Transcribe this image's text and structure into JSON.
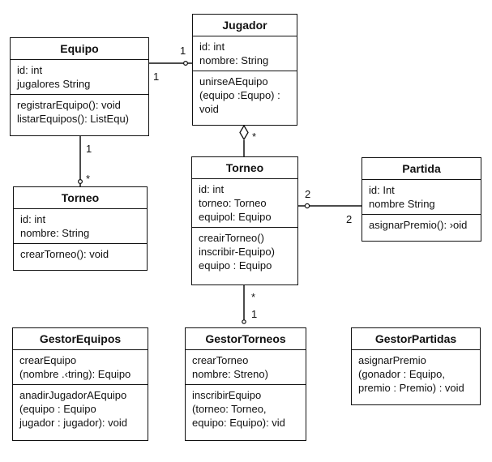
{
  "classes": {
    "equipo": {
      "name": "Equipo",
      "attributes": [
        "id: int",
        "jugalores String"
      ],
      "methods": [
        "registrarEquipo(): void",
        "listarEquipos(): ListEqu)"
      ]
    },
    "jugador": {
      "name": "Jugador",
      "attributes": [
        "id: int",
        "nombre: String"
      ],
      "methods": [
        "unirseAEquipo",
        "(equipo :Equpo) :",
        "void"
      ]
    },
    "torneo_left": {
      "name": "Torneo",
      "attributes": [
        "id: int",
        "nombre: String"
      ],
      "methods": [
        "crearTorneo(): void"
      ]
    },
    "torneo_center": {
      "name": "Torneo",
      "attributes": [
        "id: int",
        "torneo: Torneo",
        "equipol: Equipo"
      ],
      "methods": [
        "creairTorneo()",
        "inscribir-Equipo)",
        "equipo : Equipo"
      ]
    },
    "partida": {
      "name": "Partida",
      "attributes": [
        "id: Int",
        "nombre String"
      ],
      "methods": [
        "asignarPremio(): ›oid"
      ]
    },
    "gestor_equipos": {
      "name": "GestorEquipos",
      "attributes": [
        "crearEquipo",
        "(nombre .‹tring): Equipo"
      ],
      "methods": [
        "anadirJugadorAEquipo",
        "(equipo : Equipo",
        "jugador : jugador): void"
      ]
    },
    "gestor_torneos": {
      "name": "GestorTorneos",
      "attributes": [
        "crearTorneo",
        "nombre: Streno)"
      ],
      "methods": [
        "inscribirEquipo",
        "(torneo: Torneo,",
        "equipo: Equipo): vid"
      ]
    },
    "gestor_partidas": {
      "name": "GestorPartidas",
      "attributes": [
        "asignarPremio",
        "(gonador : Equipo,",
        "premio : Premio) : void"
      ]
    }
  },
  "multiplicities": {
    "equipo_jugador_near_jugador": "1",
    "equipo_jugador_near_equipo": "1",
    "jugador_torneo_star": "*",
    "equipo_torneo_one": "1",
    "equipo_torneo_star": "*",
    "torneo_partida_near_torneo": "2",
    "torneo_partida_near_partida": "2",
    "torneo_gestor_star": "*",
    "torneo_gestor_one": "1"
  }
}
